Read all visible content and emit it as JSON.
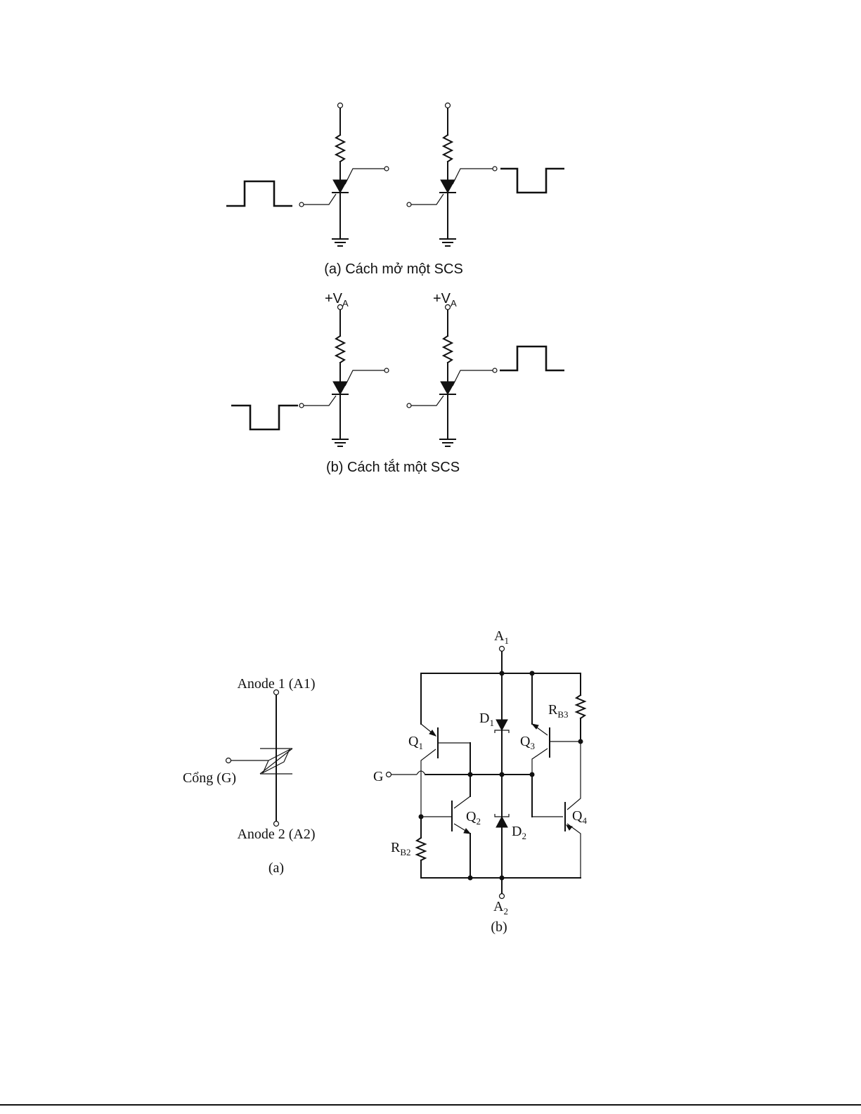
{
  "figure_top": {
    "caption_a": "(a) Cách mở một SCS",
    "caption_b": "(b) Cách tắt một SCS",
    "supply_label": "+V",
    "supply_subscript": "A"
  },
  "figure_bottom": {
    "symbol": {
      "anode1_label": "Anode 1 (A1)",
      "gate_label": "Cổng (G)",
      "anode2_label": "Anode 2 (A2)",
      "caption": "(a)"
    },
    "equivalent": {
      "a1": {
        "main": "A",
        "sub": "1"
      },
      "a2": {
        "main": "A",
        "sub": "2"
      },
      "g": "G",
      "d1": {
        "main": "D",
        "sub": "1"
      },
      "d2": {
        "main": "D",
        "sub": "2"
      },
      "q1": {
        "main": "Q",
        "sub": "1"
      },
      "q2": {
        "main": "Q",
        "sub": "2"
      },
      "q3": {
        "main": "Q",
        "sub": "3"
      },
      "q4": {
        "main": "Q",
        "sub": "4"
      },
      "rb2": {
        "main": "R",
        "sub": "B2"
      },
      "rb3": {
        "main": "R",
        "sub": "B3"
      },
      "caption": "(b)"
    }
  }
}
